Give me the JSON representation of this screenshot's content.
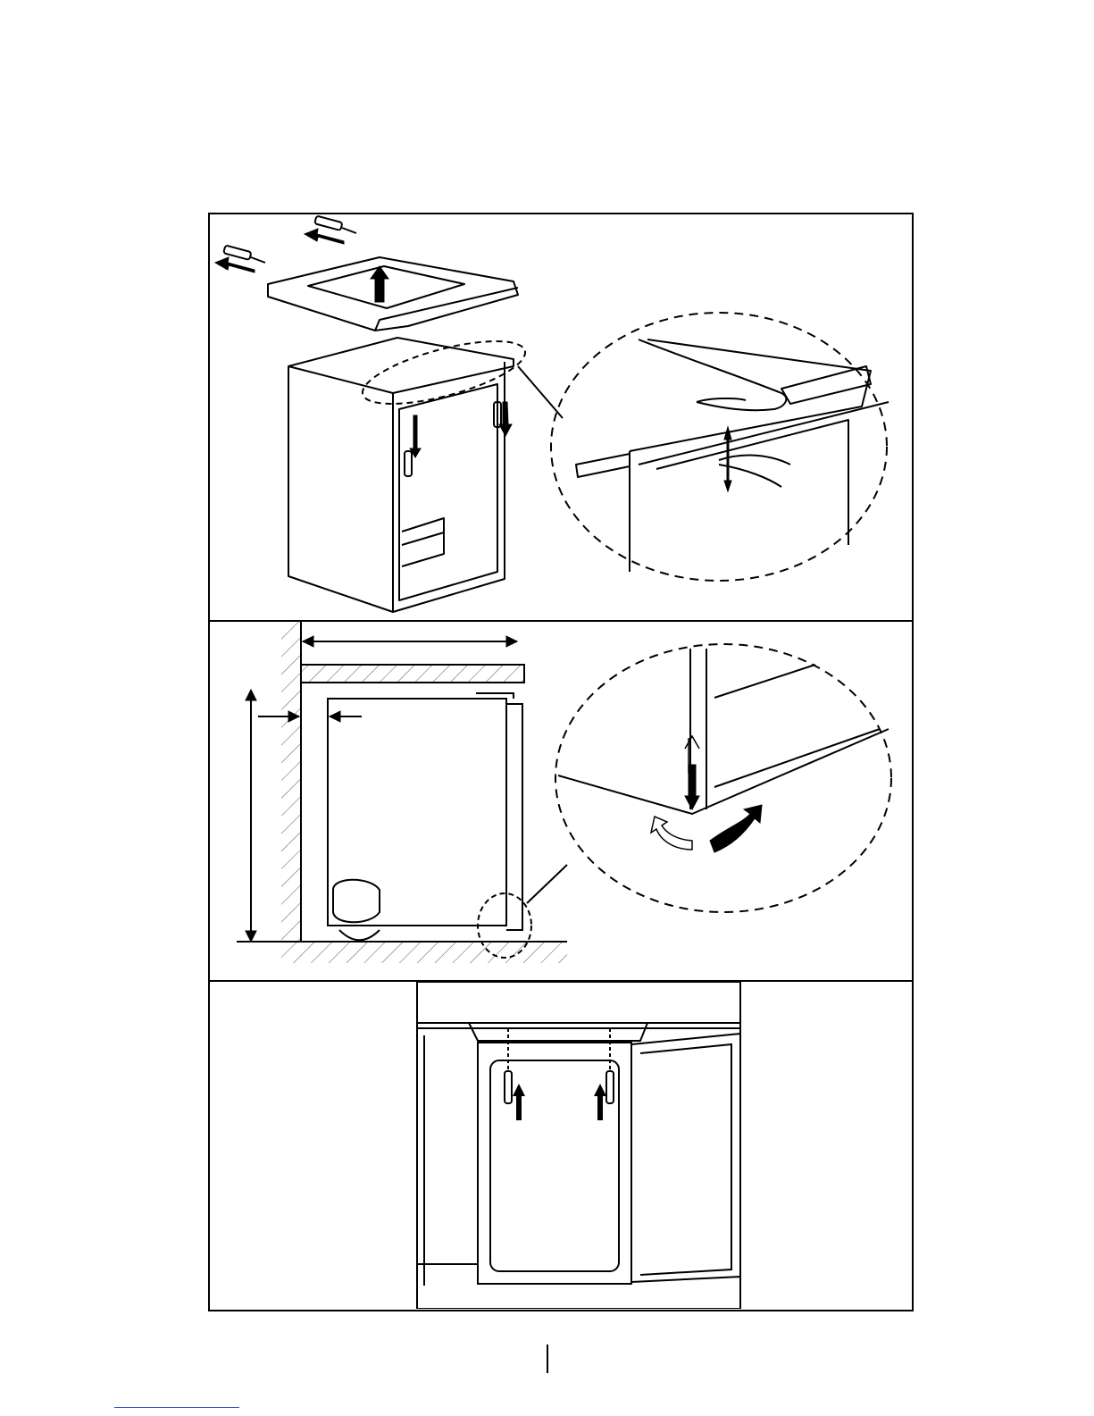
{
  "document": {
    "figures": [
      {
        "id": "panel-1",
        "description_hidden": true,
        "shows_zoom_detail": true
      },
      {
        "id": "panel-2",
        "shows_zoom_detail": true
      },
      {
        "id": "panel-3"
      }
    ],
    "colors": {
      "line": "#000000",
      "background": "#ffffff",
      "hatch": "#555555",
      "link": "#3355cc"
    }
  }
}
